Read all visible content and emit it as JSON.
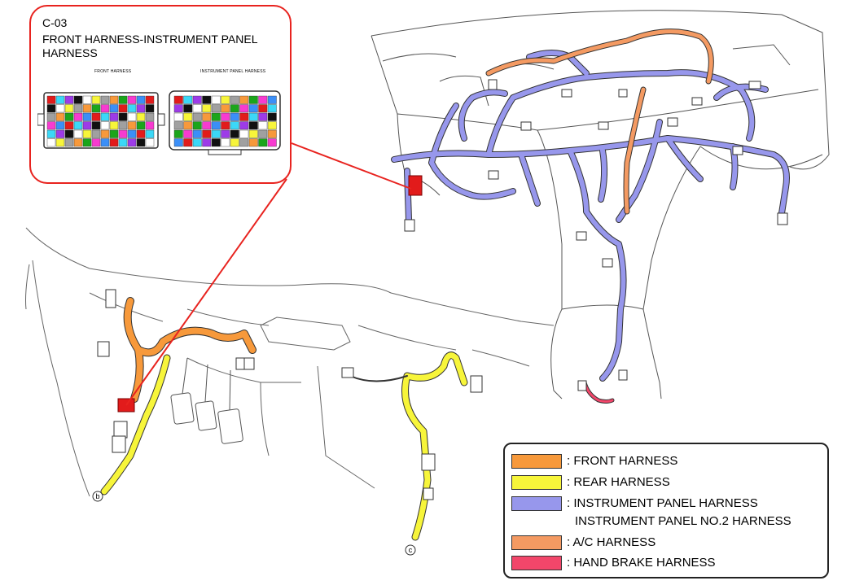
{
  "callout": {
    "code": "C-03",
    "title": "FRONT HARNESS-INSTRUMENT PANEL HARNESS",
    "left_connector_label": "FRONT HARNESS",
    "right_connector_label": "INSTRUMENT PANEL HARNESS"
  },
  "legend": {
    "items": [
      {
        "label": ": FRONT HARNESS",
        "color": "#f7993b"
      },
      {
        "label": ": REAR HARNESS",
        "color": "#f7f53a"
      },
      {
        "label": ": INSTRUMENT PANEL HARNESS",
        "label2": "INSTRUMENT PANEL NO.2 HARNESS",
        "color": "#9797ec"
      },
      {
        "label": ": A/C HARNESS",
        "color": "#f49a62"
      },
      {
        "label": ": HAND BRAKE HARNESS",
        "color": "#f2466a"
      }
    ]
  },
  "markers": {
    "b": "b",
    "c": "c"
  },
  "colors": {
    "highlight": "#e8231f",
    "connector_red": "#e21b1b"
  }
}
